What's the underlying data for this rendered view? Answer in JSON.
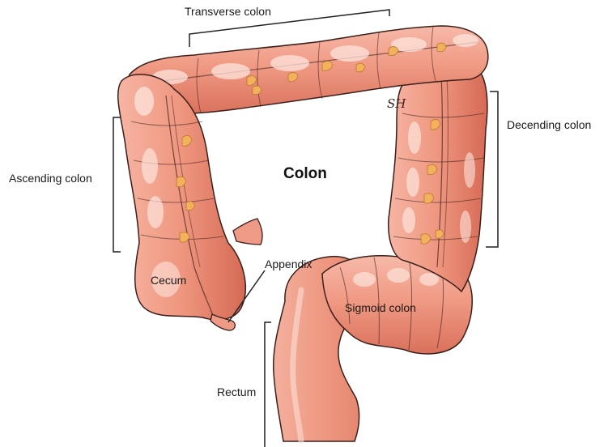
{
  "title": "Colon",
  "labels": {
    "transverse": "Transverse colon",
    "ascending": "Ascending colon",
    "descending": "Decending colon",
    "cecum": "Cecum",
    "appendix": "Appendix",
    "sigmoid": "Sigmoid colon",
    "rectum": "Rectum"
  },
  "signature": "SH",
  "colors": {
    "tissue": "#ef9a86",
    "tissue_dark": "#c9604c",
    "highlight": "#fde4dc",
    "fat": "#f2b15a",
    "outline": "#3a1f1a"
  }
}
